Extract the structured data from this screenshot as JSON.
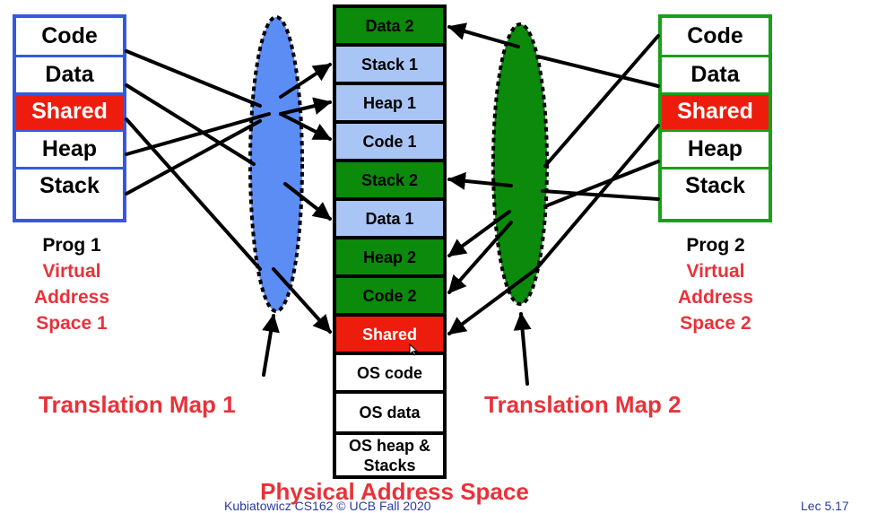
{
  "prog1": {
    "segments": [
      "Code",
      "Data",
      "Shared",
      "Heap",
      "Stack"
    ],
    "name": "Prog 1",
    "label_line1": "Virtual",
    "label_line2": "Address",
    "label_line3": "Space 1"
  },
  "prog2": {
    "segments": [
      "Code",
      "Data",
      "Shared",
      "Heap",
      "Stack"
    ],
    "name": "Prog 2",
    "label_line1": "Virtual",
    "label_line2": "Address",
    "label_line3": "Space 2"
  },
  "physical": {
    "cells": [
      {
        "label": "Data 2",
        "owner": "prog2"
      },
      {
        "label": "Stack 1",
        "owner": "prog1"
      },
      {
        "label": "Heap 1",
        "owner": "prog1"
      },
      {
        "label": "Code 1",
        "owner": "prog1"
      },
      {
        "label": "Stack 2",
        "owner": "prog2"
      },
      {
        "label": "Data 1",
        "owner": "prog1"
      },
      {
        "label": "Heap 2",
        "owner": "prog2"
      },
      {
        "label": "Code 2",
        "owner": "prog2"
      },
      {
        "label": "Shared",
        "owner": "shared"
      },
      {
        "label": "OS code",
        "owner": "os"
      },
      {
        "label": "OS data",
        "owner": "os"
      },
      {
        "label": "OS heap & Stacks",
        "owner": "os"
      }
    ],
    "title": "Physical Address Space"
  },
  "maps": {
    "map1_label": "Translation Map 1",
    "map2_label": "Translation Map 2"
  },
  "colors": {
    "prog1_border": "#3558e0",
    "prog2_border": "#18a018",
    "map1_fill": "#5b8df5",
    "map2_fill": "#0b8a0b",
    "shared": "#ee1c0c",
    "labels_red": "#e8323a"
  },
  "footer": {
    "left": "Kubiatowicz CS162 © UCB Fall 2020",
    "right": "Lec 5.17"
  }
}
